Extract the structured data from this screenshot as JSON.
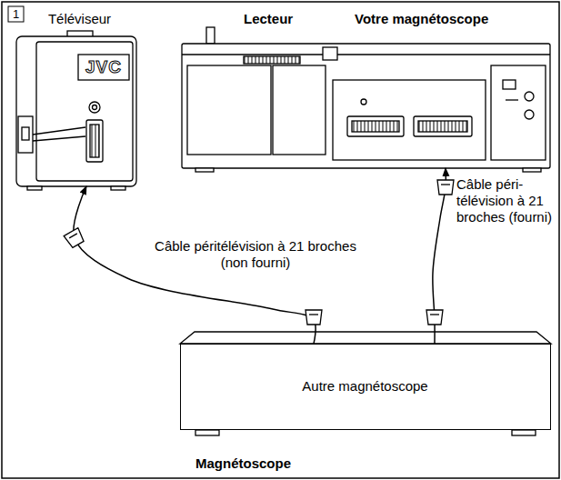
{
  "diagram": {
    "nodes": [
      {
        "text": [
          "Téléviseur"
        ]
      },
      {
        "text": [
          "Lecteur",
          "Votre magnétoscope"
        ]
      },
      {
        "text": [
          "Autre magnétoscope",
          "Magnétoscope"
        ]
      }
    ],
    "edges": [
      {
        "from": 2,
        "to": 0,
        "arrow": "to",
        "label": "Câble péritélévision à 21 broches (non fourni)"
      },
      {
        "from": 2,
        "to": 1,
        "arrow": "to",
        "label": "Câble péri-télévision à 21 broches (fourni)"
      }
    ],
    "labels": [
      "1",
      "JVC"
    ]
  }
}
